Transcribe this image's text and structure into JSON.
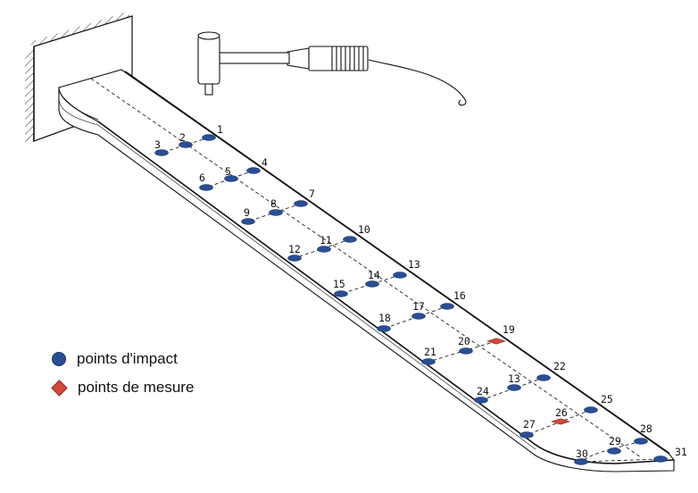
{
  "legend": {
    "impact_label": "points d'impact",
    "measure_label": "points de mesure",
    "impact_color": "#2a4e93",
    "measure_color": "#d24a3c"
  },
  "points": [
    {
      "label": "1",
      "type": "impact"
    },
    {
      "label": "2",
      "type": "impact"
    },
    {
      "label": "3",
      "type": "impact"
    },
    {
      "label": "4",
      "type": "impact"
    },
    {
      "label": "5",
      "type": "impact"
    },
    {
      "label": "6",
      "type": "impact"
    },
    {
      "label": "7",
      "type": "impact"
    },
    {
      "label": "8",
      "type": "impact"
    },
    {
      "label": "9",
      "type": "impact"
    },
    {
      "label": "10",
      "type": "impact"
    },
    {
      "label": "11",
      "type": "impact"
    },
    {
      "label": "12",
      "type": "impact"
    },
    {
      "label": "13",
      "type": "impact"
    },
    {
      "label": "14",
      "type": "impact"
    },
    {
      "label": "15",
      "type": "impact"
    },
    {
      "label": "16",
      "type": "impact"
    },
    {
      "label": "17",
      "type": "impact"
    },
    {
      "label": "18",
      "type": "impact"
    },
    {
      "label": "19",
      "type": "measure"
    },
    {
      "label": "20",
      "type": "impact"
    },
    {
      "label": "21",
      "type": "impact"
    },
    {
      "label": "22",
      "type": "impact"
    },
    {
      "label": "13",
      "type": "impact"
    },
    {
      "label": "24",
      "type": "impact"
    },
    {
      "label": "25",
      "type": "impact"
    },
    {
      "label": "26",
      "type": "measure"
    },
    {
      "label": "27",
      "type": "impact"
    },
    {
      "label": "28",
      "type": "impact"
    },
    {
      "label": "29",
      "type": "impact"
    },
    {
      "label": "30",
      "type": "impact"
    },
    {
      "label": "31",
      "type": "impact"
    }
  ]
}
